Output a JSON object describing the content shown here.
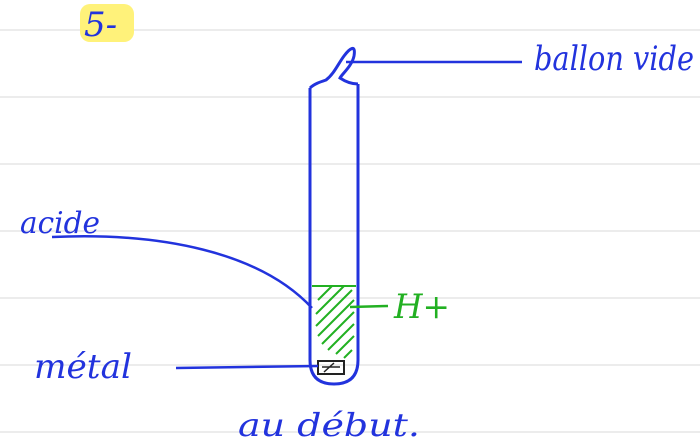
{
  "step_label": "5-",
  "labels": {
    "balloon": "ballon vide",
    "acid": "acide",
    "metal": "métal",
    "ion": "H+",
    "caption": "au début."
  },
  "colors": {
    "ink": "#2233dd",
    "green": "#22b022",
    "highlight": "#fff27a",
    "ruled_lines": "#d9d9d9",
    "metal_ink": "#222222"
  }
}
